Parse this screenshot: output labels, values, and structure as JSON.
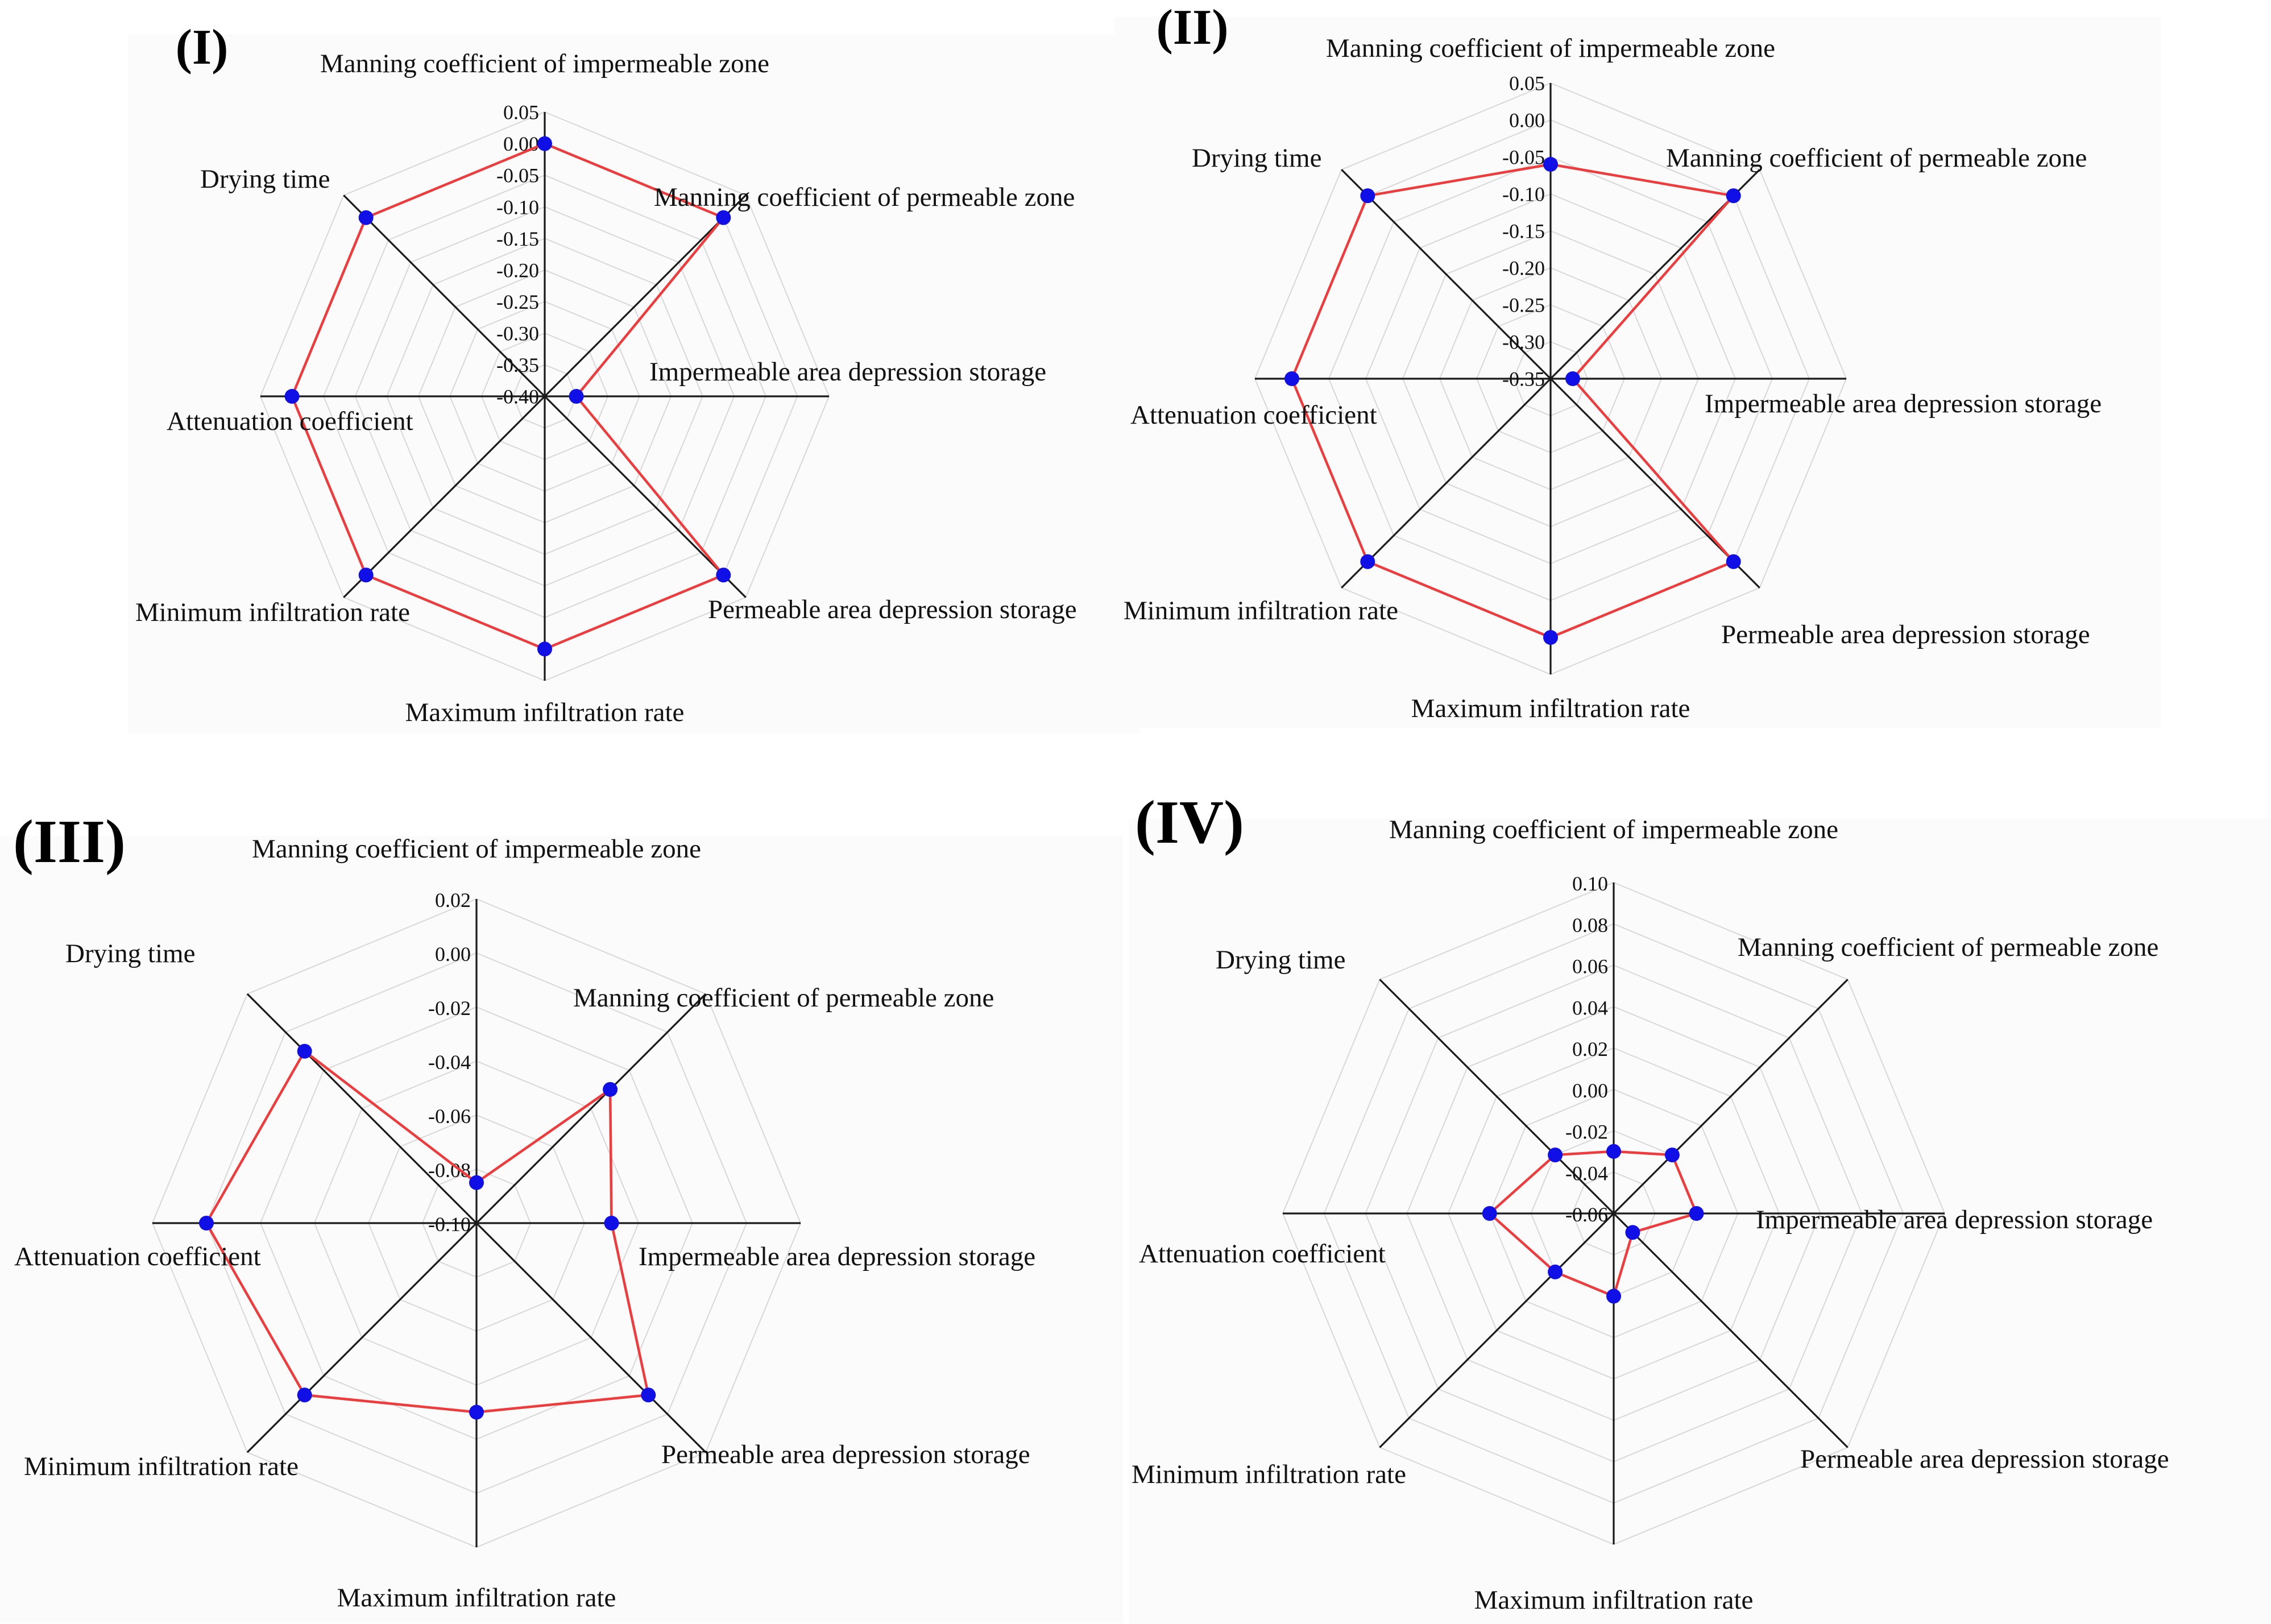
{
  "figure": {
    "line_color": "#ef3b3b",
    "marker_color": "#1010e6",
    "axis_color": "#1a1a1a",
    "grid_color": "#d8d8d8"
  },
  "chart_data": [
    {
      "panel": "(I)",
      "type": "radar",
      "title": "",
      "axes": [
        "Manning coefficient of impermeable zone",
        "Manning coefficient of permeable zone",
        "Impermeable area depression storage",
        "Permeable area depression storage",
        "Maximum infiltration rate",
        "Minimum infiltration rate",
        "Attenuation coefficient",
        "Drying time"
      ],
      "ticks": [
        0.05,
        0.0,
        -0.05,
        -0.1,
        -0.15,
        -0.2,
        -0.25,
        -0.3,
        -0.35,
        -0.4
      ],
      "tick_labels": [
        "0.05",
        "0.00",
        "-0.05",
        "-0.10",
        "-0.15",
        "-0.20",
        "-0.25",
        "-0.30",
        "-0.35",
        "-0.40"
      ],
      "range": [
        -0.4,
        0.05
      ],
      "values": [
        0.0,
        0.0,
        -0.35,
        0.0,
        0.0,
        0.0,
        0.0,
        0.0
      ],
      "grid": true
    },
    {
      "panel": "(II)",
      "type": "radar",
      "title": "",
      "axes": [
        "Manning coefficient of impermeable zone",
        "Manning coefficient of permeable zone",
        "Impermeable area depression storage",
        "Permeable area depression storage",
        "Maximum infiltration rate",
        "Minimum infiltration rate",
        "Attenuation coefficient",
        "Drying time"
      ],
      "ticks": [
        0.05,
        0.0,
        -0.05,
        -0.1,
        -0.15,
        -0.2,
        -0.25,
        -0.3,
        -0.35
      ],
      "tick_labels": [
        "0.05",
        "0.00",
        "-0.05",
        "-0.10",
        "-0.15",
        "-0.20",
        "-0.25",
        "-0.30",
        "-0.35"
      ],
      "range": [
        -0.35,
        0.05
      ],
      "values": [
        -0.06,
        0.0,
        -0.32,
        0.0,
        0.0,
        0.0,
        0.0,
        0.0
      ],
      "grid": true
    },
    {
      "panel": "(III)",
      "type": "radar",
      "title": "",
      "axes": [
        "Manning coefficient of impermeable zone",
        "Manning coefficient of permeable zone",
        "Impermeable area depression storage",
        "Permeable area depression storage",
        "Maximum infiltration rate",
        "Minimum infiltration rate",
        "Attenuation coefficient",
        "Drying time"
      ],
      "ticks": [
        0.02,
        0.0,
        -0.02,
        -0.04,
        -0.06,
        -0.08,
        -0.1
      ],
      "tick_labels": [
        "0.02",
        "0.00",
        "-0.02",
        "-0.04",
        "-0.06",
        "-0.08",
        "-0.10"
      ],
      "range": [
        -0.1,
        0.02
      ],
      "values": [
        -0.085,
        -0.03,
        -0.05,
        -0.01,
        -0.03,
        -0.01,
        0.0,
        -0.01
      ],
      "grid": true
    },
    {
      "panel": "(IV)",
      "type": "radar",
      "title": "",
      "axes": [
        "Manning coefficient of impermeable zone",
        "Manning coefficient of permeable zone",
        "Impermeable area depression storage",
        "Permeable area depression storage",
        "Maximum infiltration rate",
        "Minimum infiltration rate",
        "Attenuation coefficient",
        "Drying time"
      ],
      "ticks": [
        0.1,
        0.08,
        0.06,
        0.04,
        0.02,
        0.0,
        -0.02,
        -0.04,
        -0.06
      ],
      "tick_labels": [
        "0.10",
        "0.08",
        "0.06",
        "0.04",
        "0.02",
        "0.00",
        "-0.02",
        "-0.04",
        "-0.06"
      ],
      "range": [
        -0.06,
        0.1
      ],
      "values": [
        -0.03,
        -0.02,
        -0.02,
        -0.047,
        -0.02,
        -0.02,
        0.0,
        -0.02
      ],
      "grid": true
    }
  ]
}
